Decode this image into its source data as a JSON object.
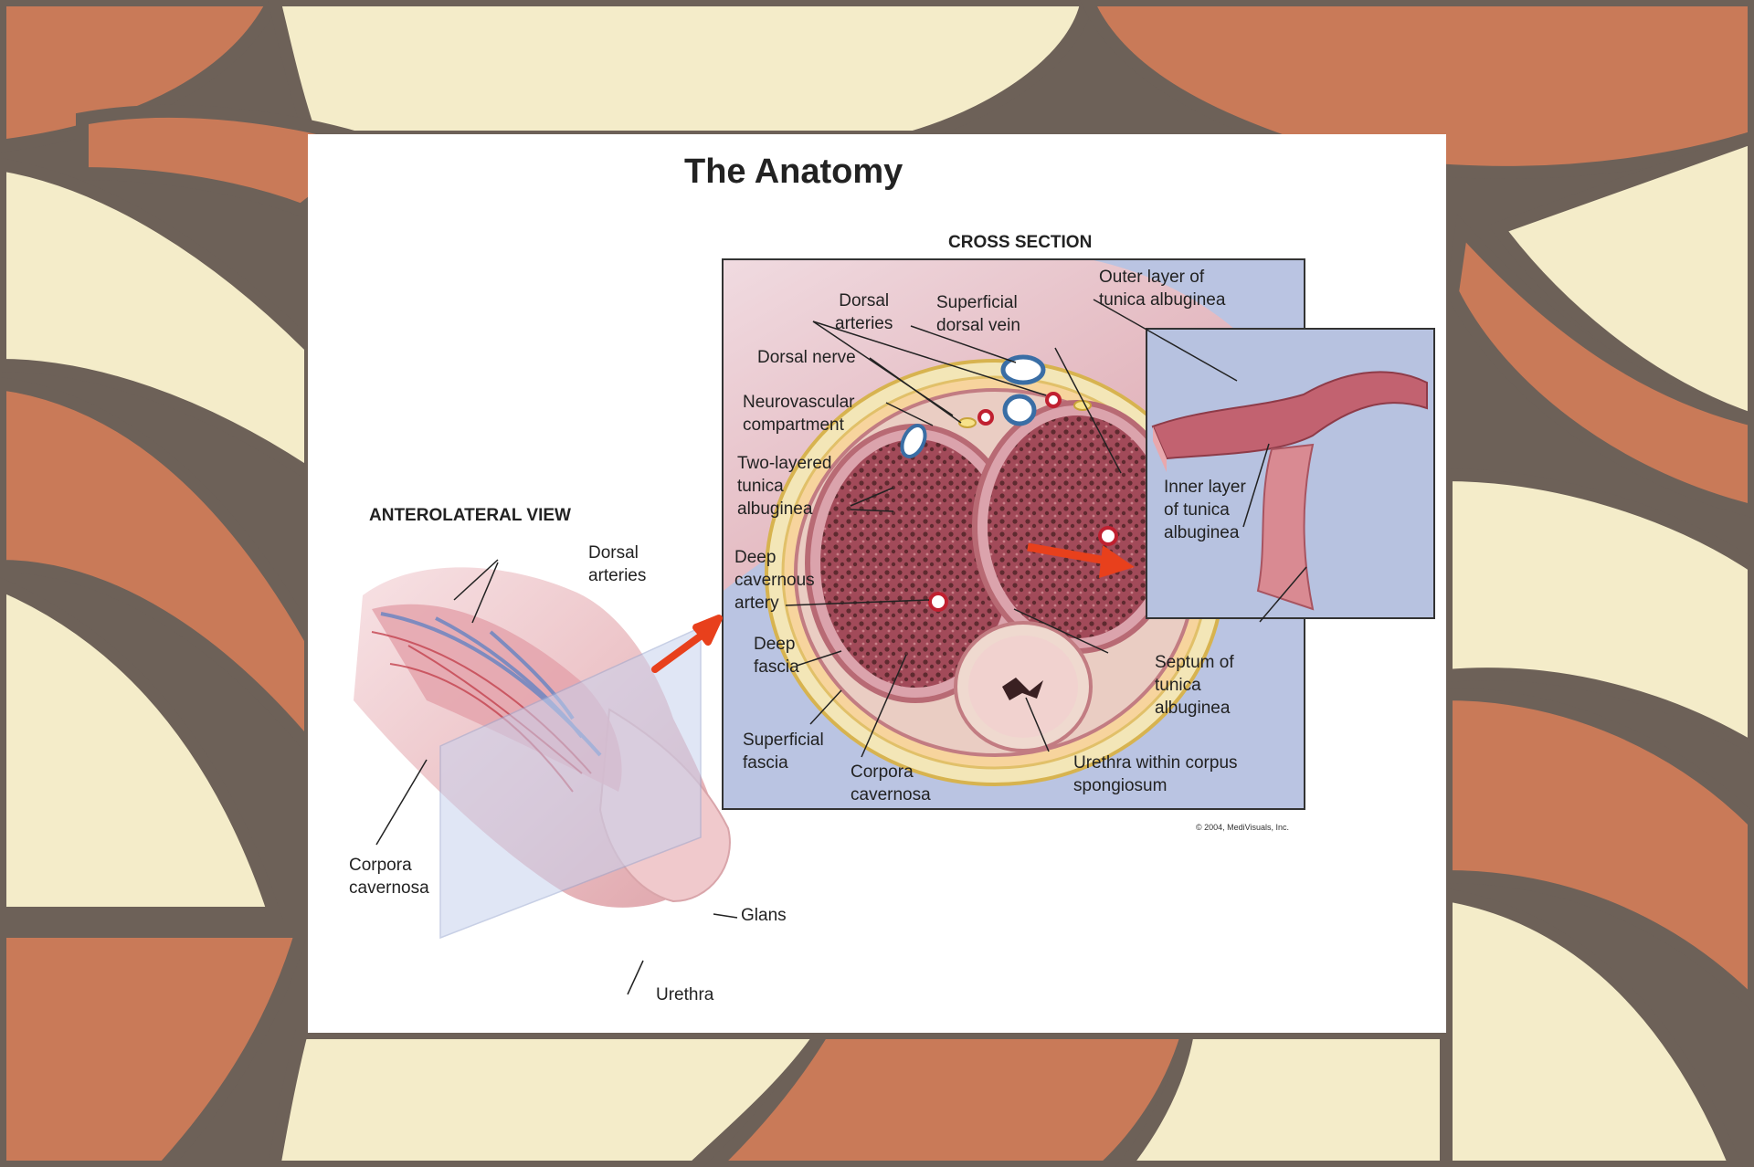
{
  "title": "The Anatomy",
  "cross_section": {
    "heading": "CROSS SECTION",
    "labels": {
      "dorsal_arteries": "Dorsal\narteries",
      "superficial_dorsal_vein": "Superficial\ndorsal vein",
      "outer_layer": "Outer layer of\ntunica albuginea",
      "dorsal_nerve": "Dorsal nerve",
      "neurovascular": "Neurovascular\ncompartment",
      "two_layered": "Two-layered\ntunica\nalbuginea",
      "deep_cavernous_artery": "Deep\ncavernous\nartery",
      "deep_fascia": "Deep\nfascia",
      "superficial_fascia": "Superficial\nfascia",
      "corpora_cavernosa": "Corpora\ncavernosa",
      "urethra_spongiosum": "Urethra within corpus\nspongiosum",
      "septum": "Septum of\ntunica\nalbuginea",
      "inner_layer": "Inner layer\nof tunica\nalbuginea"
    }
  },
  "anterolateral": {
    "heading": "ANTEROLATERAL VIEW",
    "labels": {
      "dorsal_arteries": "Dorsal\narteries",
      "corpora_cavernosa": "Corpora\ncavernosa",
      "glans": "Glans",
      "urethra": "Urethra"
    }
  },
  "copyright": "© 2004, MediVisuals, Inc.",
  "colors": {
    "background_cream": "#f4ecc9",
    "background_terracotta": "#c97a58",
    "background_brown": "#6d6158",
    "arrow_red": "#e8401c",
    "tissue_pink": "#d98a92",
    "panel_blue": "#b7c2e0"
  }
}
